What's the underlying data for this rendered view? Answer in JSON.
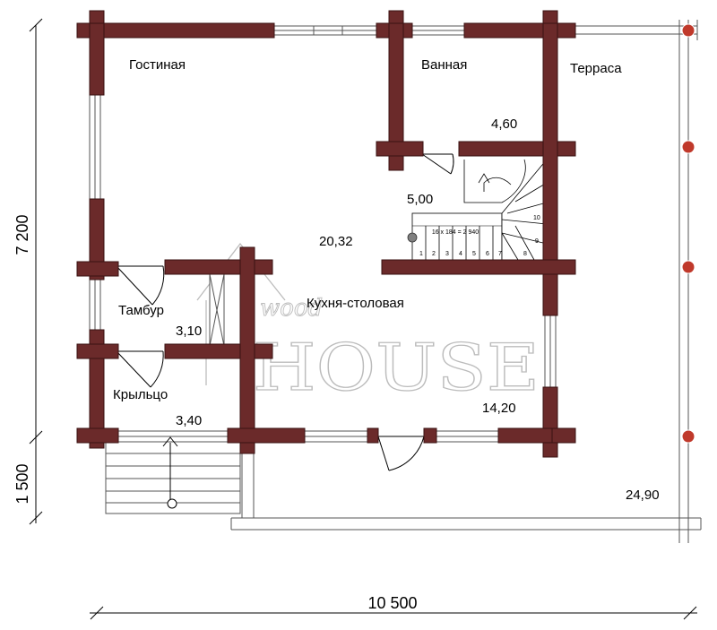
{
  "rooms": {
    "living": "Гостиная",
    "bathroom": "Ванная",
    "terrace": "Терраса",
    "kitchen": "Кухня-столовая",
    "vestibule": "Тамбур",
    "porch": "Крыльцо"
  },
  "areas": {
    "bathroom": "4,60",
    "hall": "5,00",
    "living": "20,32",
    "vestibule": "3,10",
    "porch": "3,40",
    "kitchen": "14,20",
    "terrace": "24,90"
  },
  "dimensions": {
    "height_main": "7 200",
    "height_porch": "1 500",
    "width": "10 500"
  },
  "stairs": {
    "formula": "16 x 184 = 2 940",
    "steps": [
      "1",
      "2",
      "3",
      "4",
      "5",
      "6",
      "7",
      "8",
      "9",
      "10"
    ]
  },
  "watermark": {
    "small": "wood",
    "large": "HOUSE"
  },
  "colors": {
    "wall": "#6b2a2a",
    "terrace_post": "#c0392b",
    "line": "#000000",
    "watermark": "#bcbcbc"
  }
}
